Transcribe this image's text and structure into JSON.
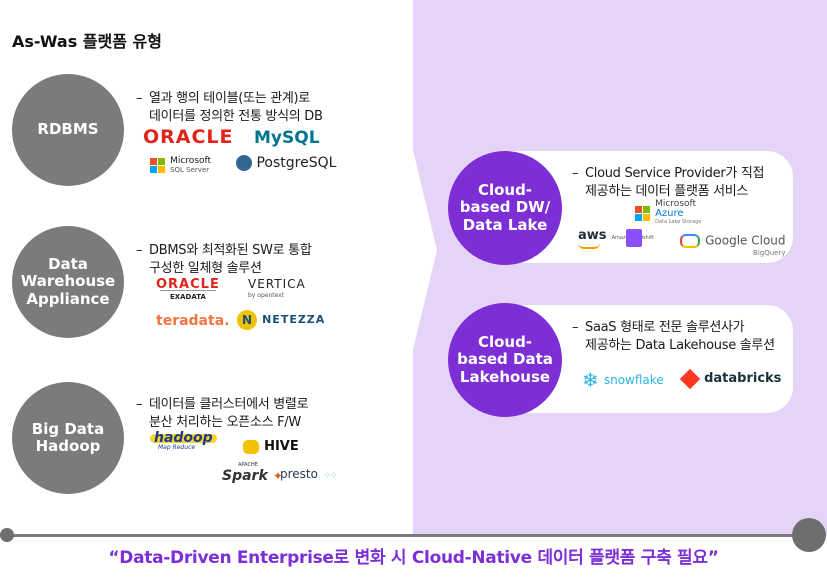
{
  "title": "As-Was 플랫폼 유형",
  "left": [
    {
      "label": "RDBMS",
      "dash": "–",
      "desc": "열과 행의 테이블(또는 관계)로\n데이터를 정의한 전통 방식의 DB",
      "logos": [
        "ORACLE",
        "MySQL",
        "Microsoft",
        "SQL Server",
        "PostgreSQL"
      ]
    },
    {
      "label": "Data Warehouse Appliance",
      "dash": "–",
      "desc": "DBMS와 최적화된 SW로 통합\n구성한 일체형 솔루션",
      "logos": [
        "ORACLE",
        "EXADATA",
        "VERTICA",
        "by opentext",
        "teradata.",
        "N",
        "NETEZZA"
      ]
    },
    {
      "label": "Big Data Hadoop",
      "dash": "–",
      "desc": "데이터를 클러스터에서 병렬로\n분산 처리하는 오픈소스 F/W",
      "logos": [
        "hadoop",
        "Map Reduce",
        "HIVE",
        "Spark",
        "APACHE",
        "presto"
      ]
    }
  ],
  "right": [
    {
      "label": "Cloud-based DW/ Data Lake",
      "dash": "–",
      "desc": "Cloud Service Provider가 직접\n제공하는 데이터 플랫폼 서비스",
      "logos": [
        "Microsoft",
        "Azure",
        "Data Lake Storage",
        "aws",
        "Amazon Redshift",
        "Google Cloud",
        "BigQuery"
      ]
    },
    {
      "label": "Cloud-based Data Lakehouse",
      "dash": "–",
      "desc": "SaaS 형태로 전문 솔루션사가\n제공하는 Data Lakehouse 솔루션",
      "logos": [
        "snowflake",
        "databricks"
      ]
    }
  ],
  "tagline": "“Data-Driven Enterprise로 변화 시 Cloud-Native 데이터 플랫폼 구축 필요”",
  "colors": {
    "purple": "#7d2fd6",
    "gray": "#7b7b7b",
    "panel": "#e5d4f8",
    "oracle_red": "#e2231a",
    "mysql_blue": "#00758f",
    "teradata_orange": "#f37440",
    "aws_orange": "#ff9900",
    "databricks_red": "#ff3621",
    "snowflake_blue": "#29b5e8"
  }
}
